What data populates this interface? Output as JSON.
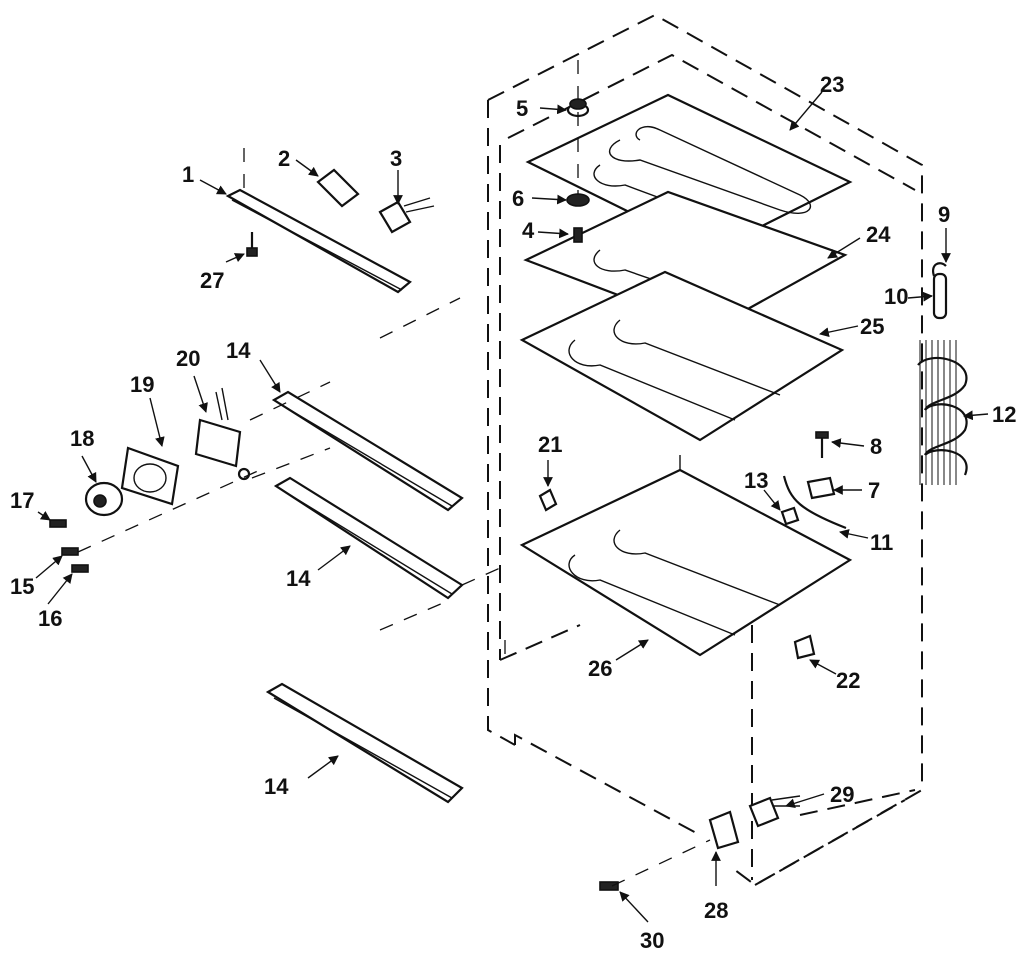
{
  "labels": [
    {
      "id": "1",
      "text": "1"
    },
    {
      "id": "2",
      "text": "2"
    },
    {
      "id": "3",
      "text": "3"
    },
    {
      "id": "4",
      "text": "4"
    },
    {
      "id": "5",
      "text": "5"
    },
    {
      "id": "6",
      "text": "6"
    },
    {
      "id": "7",
      "text": "7"
    },
    {
      "id": "8",
      "text": "8"
    },
    {
      "id": "9",
      "text": "9"
    },
    {
      "id": "10",
      "text": "10"
    },
    {
      "id": "11",
      "text": "11"
    },
    {
      "id": "12",
      "text": "12"
    },
    {
      "id": "13",
      "text": "13"
    },
    {
      "id": "14a",
      "text": "14"
    },
    {
      "id": "14b",
      "text": "14"
    },
    {
      "id": "14c",
      "text": "14"
    },
    {
      "id": "15",
      "text": "15"
    },
    {
      "id": "16",
      "text": "16"
    },
    {
      "id": "17",
      "text": "17"
    },
    {
      "id": "18",
      "text": "18"
    },
    {
      "id": "19",
      "text": "19"
    },
    {
      "id": "20",
      "text": "20"
    },
    {
      "id": "21",
      "text": "21"
    },
    {
      "id": "22",
      "text": "22"
    },
    {
      "id": "23",
      "text": "23"
    },
    {
      "id": "24",
      "text": "24"
    },
    {
      "id": "25",
      "text": "25"
    },
    {
      "id": "26",
      "text": "26"
    },
    {
      "id": "27",
      "text": "27"
    },
    {
      "id": "28",
      "text": "28"
    },
    {
      "id": "29",
      "text": "29"
    },
    {
      "id": "30",
      "text": "30"
    }
  ]
}
